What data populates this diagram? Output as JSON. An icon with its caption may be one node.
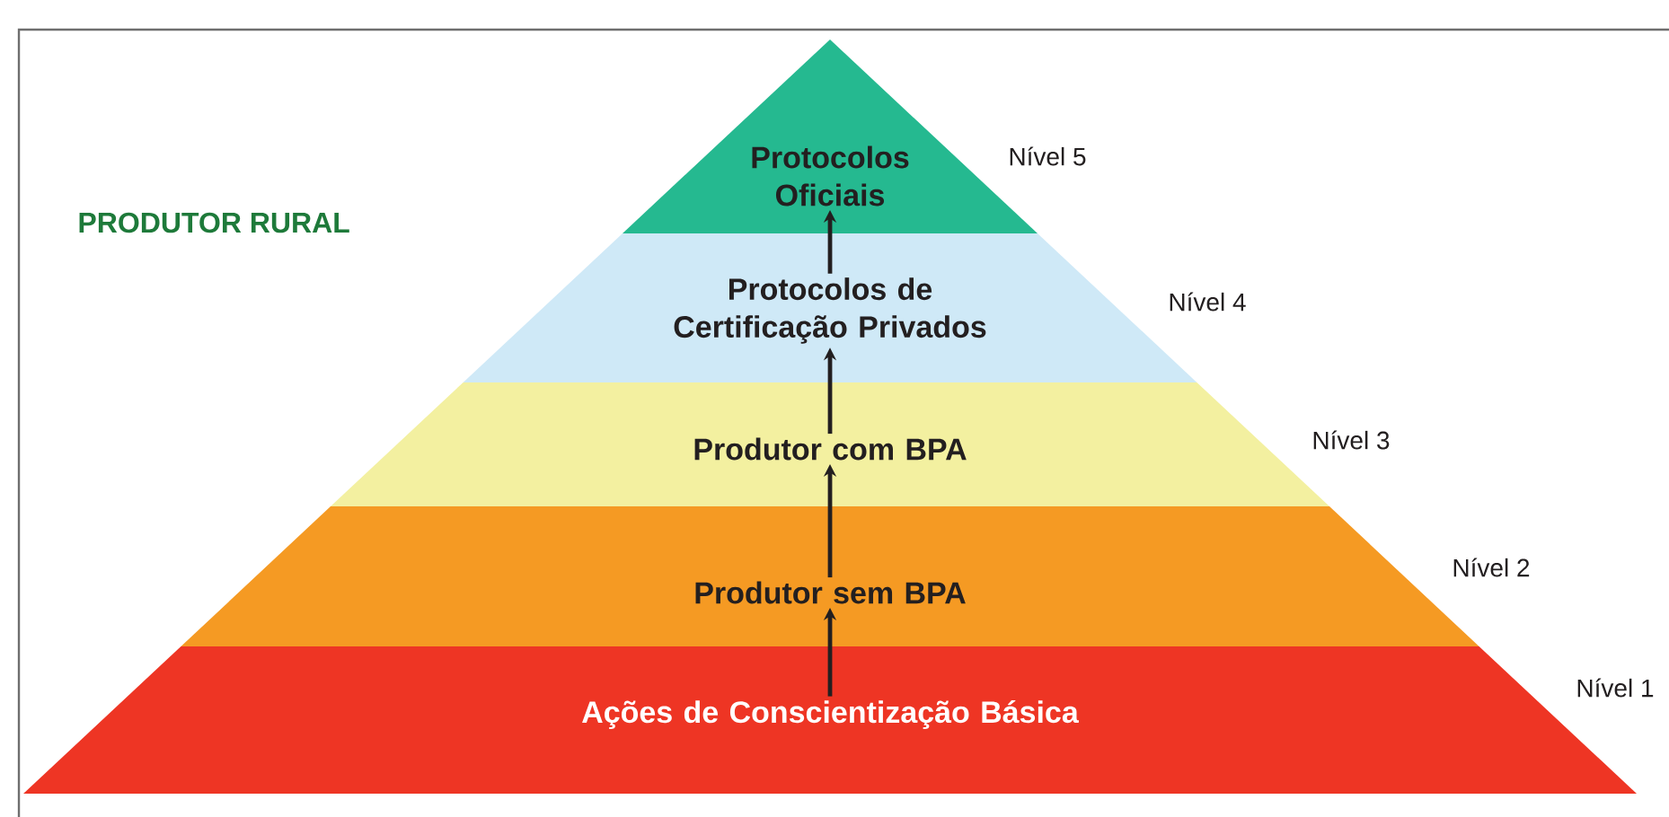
{
  "diagram": {
    "nodes": [
      {
        "text": [
          "Protocolos Oficiais"
        ],
        "beside": [
          "Nível 5"
        ]
      },
      {
        "text": [
          "Protocolos de Certificação Privados"
        ],
        "beside": [
          "Nível 4"
        ]
      },
      {
        "text": [
          "Produtor com BPA"
        ],
        "beside": [
          "Nível 3"
        ]
      },
      {
        "text": [
          "Produtor sem BPA"
        ],
        "beside": [
          "Nível 2"
        ]
      },
      {
        "text": [
          "Ações de Conscientização Básica"
        ],
        "beside": [
          "Nível 1"
        ]
      }
    ],
    "edges": [
      {
        "from": 4,
        "to": 3,
        "arrow": "to"
      },
      {
        "from": 3,
        "to": 2,
        "arrow": "to"
      },
      {
        "from": 2,
        "to": 1,
        "arrow": "to"
      },
      {
        "from": 1,
        "to": 0,
        "arrow": "to"
      }
    ],
    "labels": [
      "PRODUTOR RURAL"
    ]
  }
}
